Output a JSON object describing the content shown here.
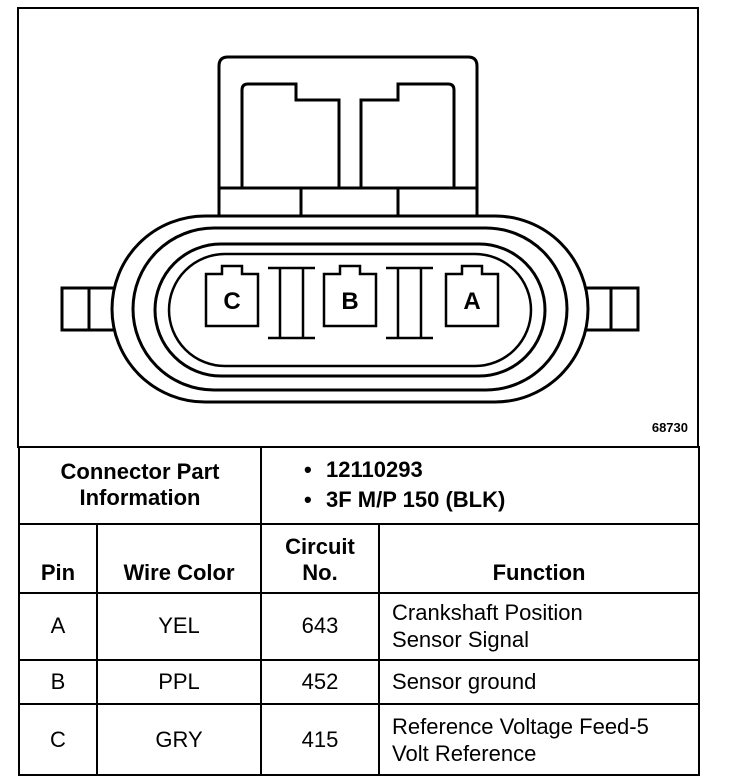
{
  "figure_number": "68730",
  "pin_letters": [
    "C",
    "B",
    "A"
  ],
  "connector_part_info": {
    "label_line1": "Connector Part",
    "label_line2": "Information",
    "items": [
      "12110293",
      "3F M/P 150 (BLK)"
    ]
  },
  "columns": {
    "pin": "Pin",
    "wire_color": "Wire Color",
    "circuit_line1": "Circuit",
    "circuit_line2": "No.",
    "function": "Function"
  },
  "rows": [
    {
      "pin": "A",
      "wire_color": "YEL",
      "circuit": "643",
      "function_line1": "Crankshaft Position",
      "function_line2": "Sensor Signal"
    },
    {
      "pin": "B",
      "wire_color": "PPL",
      "circuit": "452",
      "function_line1": "Sensor ground",
      "function_line2": ""
    },
    {
      "pin": "C",
      "wire_color": "GRY",
      "circuit": "415",
      "function_line1": "Reference Voltage Feed-5",
      "function_line2": "Volt Reference"
    }
  ]
}
